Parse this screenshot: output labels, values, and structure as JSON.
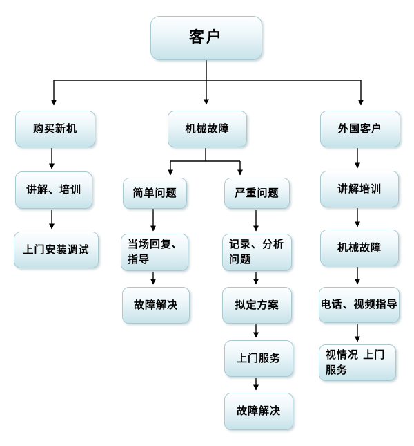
{
  "diagram": {
    "type": "flowchart",
    "background": "#ffffff",
    "nodes": {
      "customer": {
        "label": "客户"
      },
      "buy_new": {
        "label": "购买新机"
      },
      "explain_training_1": {
        "label": "讲解、培训"
      },
      "onsite_install": {
        "label": "上门安装调试"
      },
      "mech_fault": {
        "label": "机械故障"
      },
      "simple_problem": {
        "label": "简单问题"
      },
      "serious_problem": {
        "label": "严重问题"
      },
      "onspot_reply": {
        "label": "当场回复、指导"
      },
      "fault_solved_1": {
        "label": "故障解决"
      },
      "record_analyze": {
        "label": "记录、分析问题"
      },
      "draft_plan": {
        "label": "拟定方案"
      },
      "onsite_service": {
        "label": "上门服务"
      },
      "fault_solved_2": {
        "label": "故障解决"
      },
      "foreign_customer": {
        "label": "外国客户"
      },
      "explain_training_2": {
        "label": "讲解培训"
      },
      "mech_fault_2": {
        "label": "机械故障"
      },
      "phone_video": {
        "label": "电话、视频指导"
      },
      "onsite_depends": {
        "label": "视情况 上门服务"
      }
    },
    "edges": [
      {
        "from": "customer",
        "to": "buy_new"
      },
      {
        "from": "customer",
        "to": "mech_fault"
      },
      {
        "from": "customer",
        "to": "foreign_customer"
      },
      {
        "from": "buy_new",
        "to": "explain_training_1"
      },
      {
        "from": "explain_training_1",
        "to": "onsite_install"
      },
      {
        "from": "mech_fault",
        "to": "simple_problem"
      },
      {
        "from": "mech_fault",
        "to": "serious_problem"
      },
      {
        "from": "simple_problem",
        "to": "onspot_reply"
      },
      {
        "from": "onspot_reply",
        "to": "fault_solved_1"
      },
      {
        "from": "serious_problem",
        "to": "record_analyze"
      },
      {
        "from": "record_analyze",
        "to": "draft_plan"
      },
      {
        "from": "draft_plan",
        "to": "onsite_service"
      },
      {
        "from": "onsite_service",
        "to": "fault_solved_2"
      },
      {
        "from": "foreign_customer",
        "to": "explain_training_2"
      },
      {
        "from": "explain_training_2",
        "to": "mech_fault_2"
      },
      {
        "from": "mech_fault_2",
        "to": "phone_video"
      },
      {
        "from": "phone_video",
        "to": "onsite_depends"
      }
    ],
    "colors": {
      "box_border": "#a9c9d1",
      "box_gradient_top": "#fdfeff",
      "box_gradient_bottom": "#c6e3ea",
      "arrow": "#000000",
      "text": "#000000"
    }
  }
}
